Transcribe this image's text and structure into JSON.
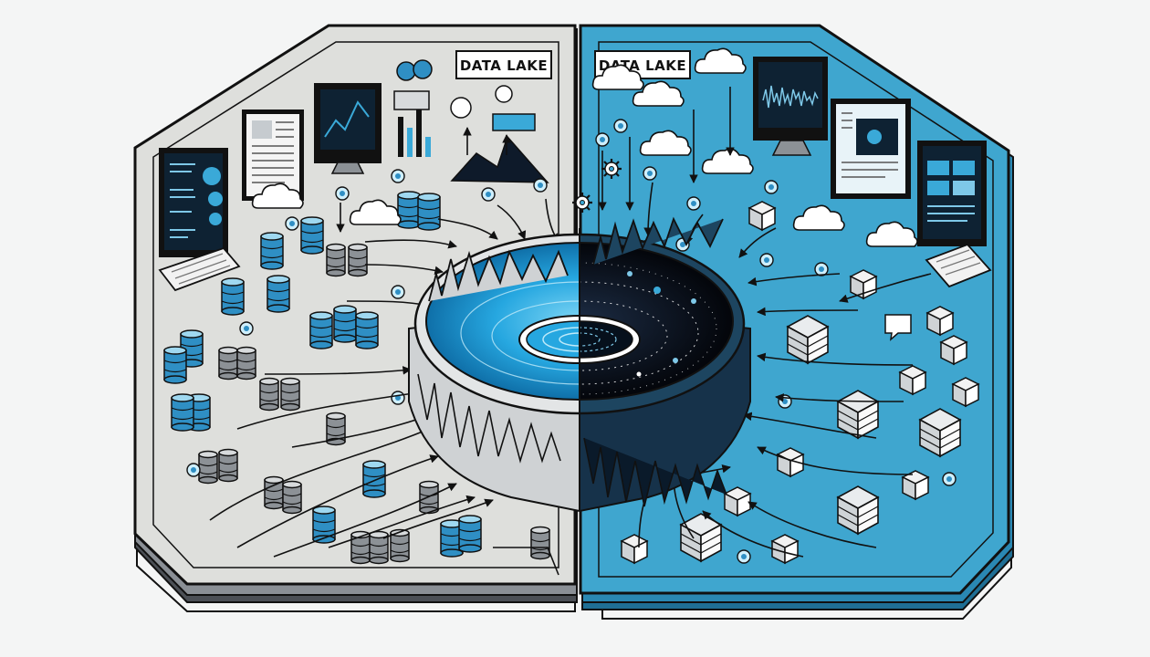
{
  "diagram": {
    "left_panel": {
      "label": "DATA LAKE",
      "theme": "grey"
    },
    "right_panel": {
      "label": "DATA LAKE",
      "theme": "blue"
    }
  },
  "colors": {
    "background": "#f4f5f5",
    "left_panel_fill": "#dedfdc",
    "right_panel_fill": "#3fa6cf",
    "outline": "#111111",
    "accent_blue": "#3aa9d8",
    "lake_water": "#26a7e0",
    "lake_void": "#05070d"
  },
  "icons": [
    "database-icon",
    "server-rack-icon",
    "cloud-icon",
    "monitor-icon",
    "document-icon",
    "keyboard-icon",
    "gear-icon",
    "chat-bubble-icon",
    "cube-icon"
  ]
}
